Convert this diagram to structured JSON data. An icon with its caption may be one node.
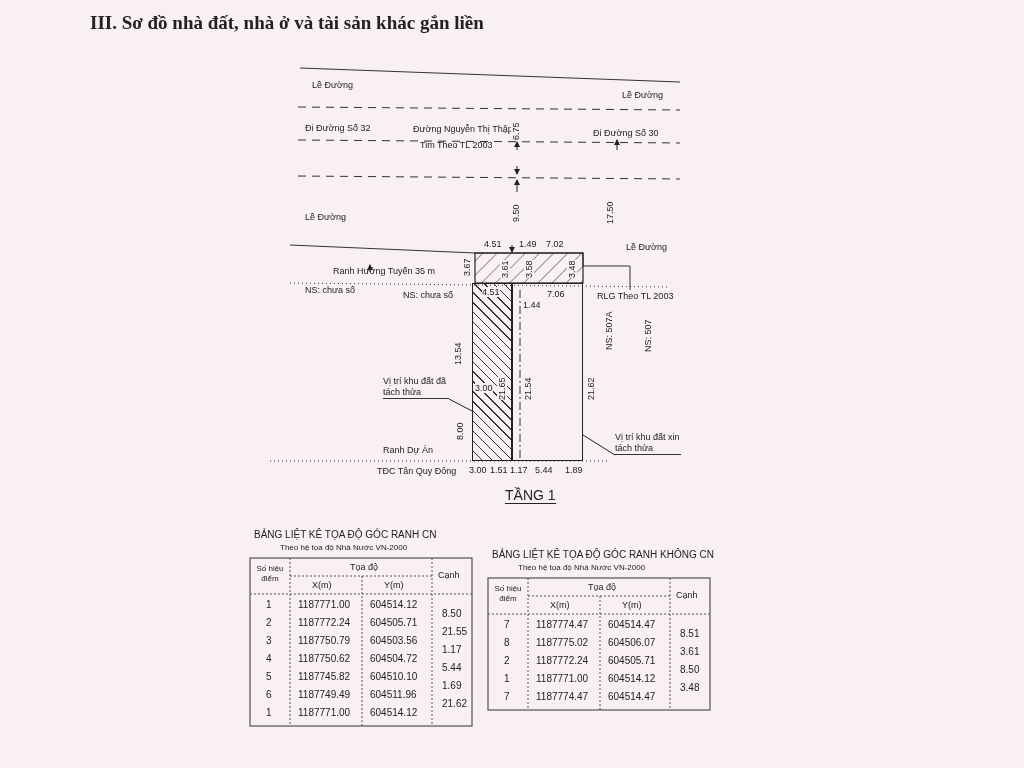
{
  "diagram": {
    "title": "III. Sơ đồ nhà đất, nhà ở và tài sản khác gắn liền",
    "nodes": [
      {
        "text": [],
        "shape": "box"
      },
      {
        "text": [],
        "shape": "box"
      },
      {
        "text": [
          "Vị trí khu đất đã tách thửa"
        ]
      },
      {
        "text": [
          "Vị trí khu đất xin tách thửa"
        ]
      }
    ],
    "edges": [
      {
        "from": 2,
        "to": 0,
        "arrow": "none"
      },
      {
        "from": 3,
        "to": 1,
        "arrow": "none"
      }
    ],
    "labels": [
      "Lề Đường",
      "Lề Đường",
      "Đi Đường Số 32",
      "Đường Nguyễn Thị Thập",
      "Tim Theo TL 2003",
      "6.75",
      "Đi Đường Số 30",
      "Lề Đường",
      "9.50",
      "17.50",
      "Lề Đường",
      "4.51",
      "1.49",
      "7.02",
      "3.67",
      "3.61",
      "3.58",
      "3.48",
      "Ranh Hướng Tuyến 35 m",
      "NS: chưa số",
      "NS: chưa số",
      "4.51",
      "7.06",
      "RLG Theo TL 2003",
      "1.44",
      "NS: 507A",
      "NS: 507",
      "13.54",
      "21.65",
      "21.54",
      "21.62",
      "3.00",
      "8.00",
      "Ranh Dự Án",
      "TĐC Tân Quy Đông",
      "3.00",
      "1.51",
      "1.17",
      "5.44",
      "1.89",
      "TẦNG 1",
      "BẢNG LIỆT KÊ TỌA ĐỘ GÓC RANH CN",
      "Theo hệ tọa độ Nhà Nước VN-2000",
      "Số hiệu điểm",
      "Tọa độ",
      "Cạnh",
      "X(m)",
      "Y(m)",
      "1",
      "1187771.00",
      "604514.12",
      "8.50",
      "2",
      "1187772.24",
      "604505.71",
      "21.55",
      "3",
      "1187750.79",
      "604503.56",
      "1.17",
      "4",
      "1187750.62",
      "604504.72",
      "5.44",
      "5",
      "1187745.82",
      "604510.10",
      "1.69",
      "6",
      "1187749.49",
      "604511.96",
      "21.62",
      "1",
      "1187771.00",
      "604514.12",
      "BẢNG LIỆT KÊ TỌA ĐỘ GÓC RANH KHÔNG CN",
      "Theo hệ tọa độ Nhà Nước VN-2000",
      "Số hiệu điểm",
      "Tọa độ",
      "Cạnh",
      "X(m)",
      "Y(m)",
      "7",
      "1187774.47",
      "604514.47",
      "8.51",
      "8",
      "1187775.02",
      "604506.07",
      "3.61",
      "2",
      "1187772.24",
      "604505.71",
      "8.50",
      "1",
      "1187771.00",
      "604514.12",
      "3.48",
      "7",
      "1187774.47",
      "604514.47"
    ]
  }
}
